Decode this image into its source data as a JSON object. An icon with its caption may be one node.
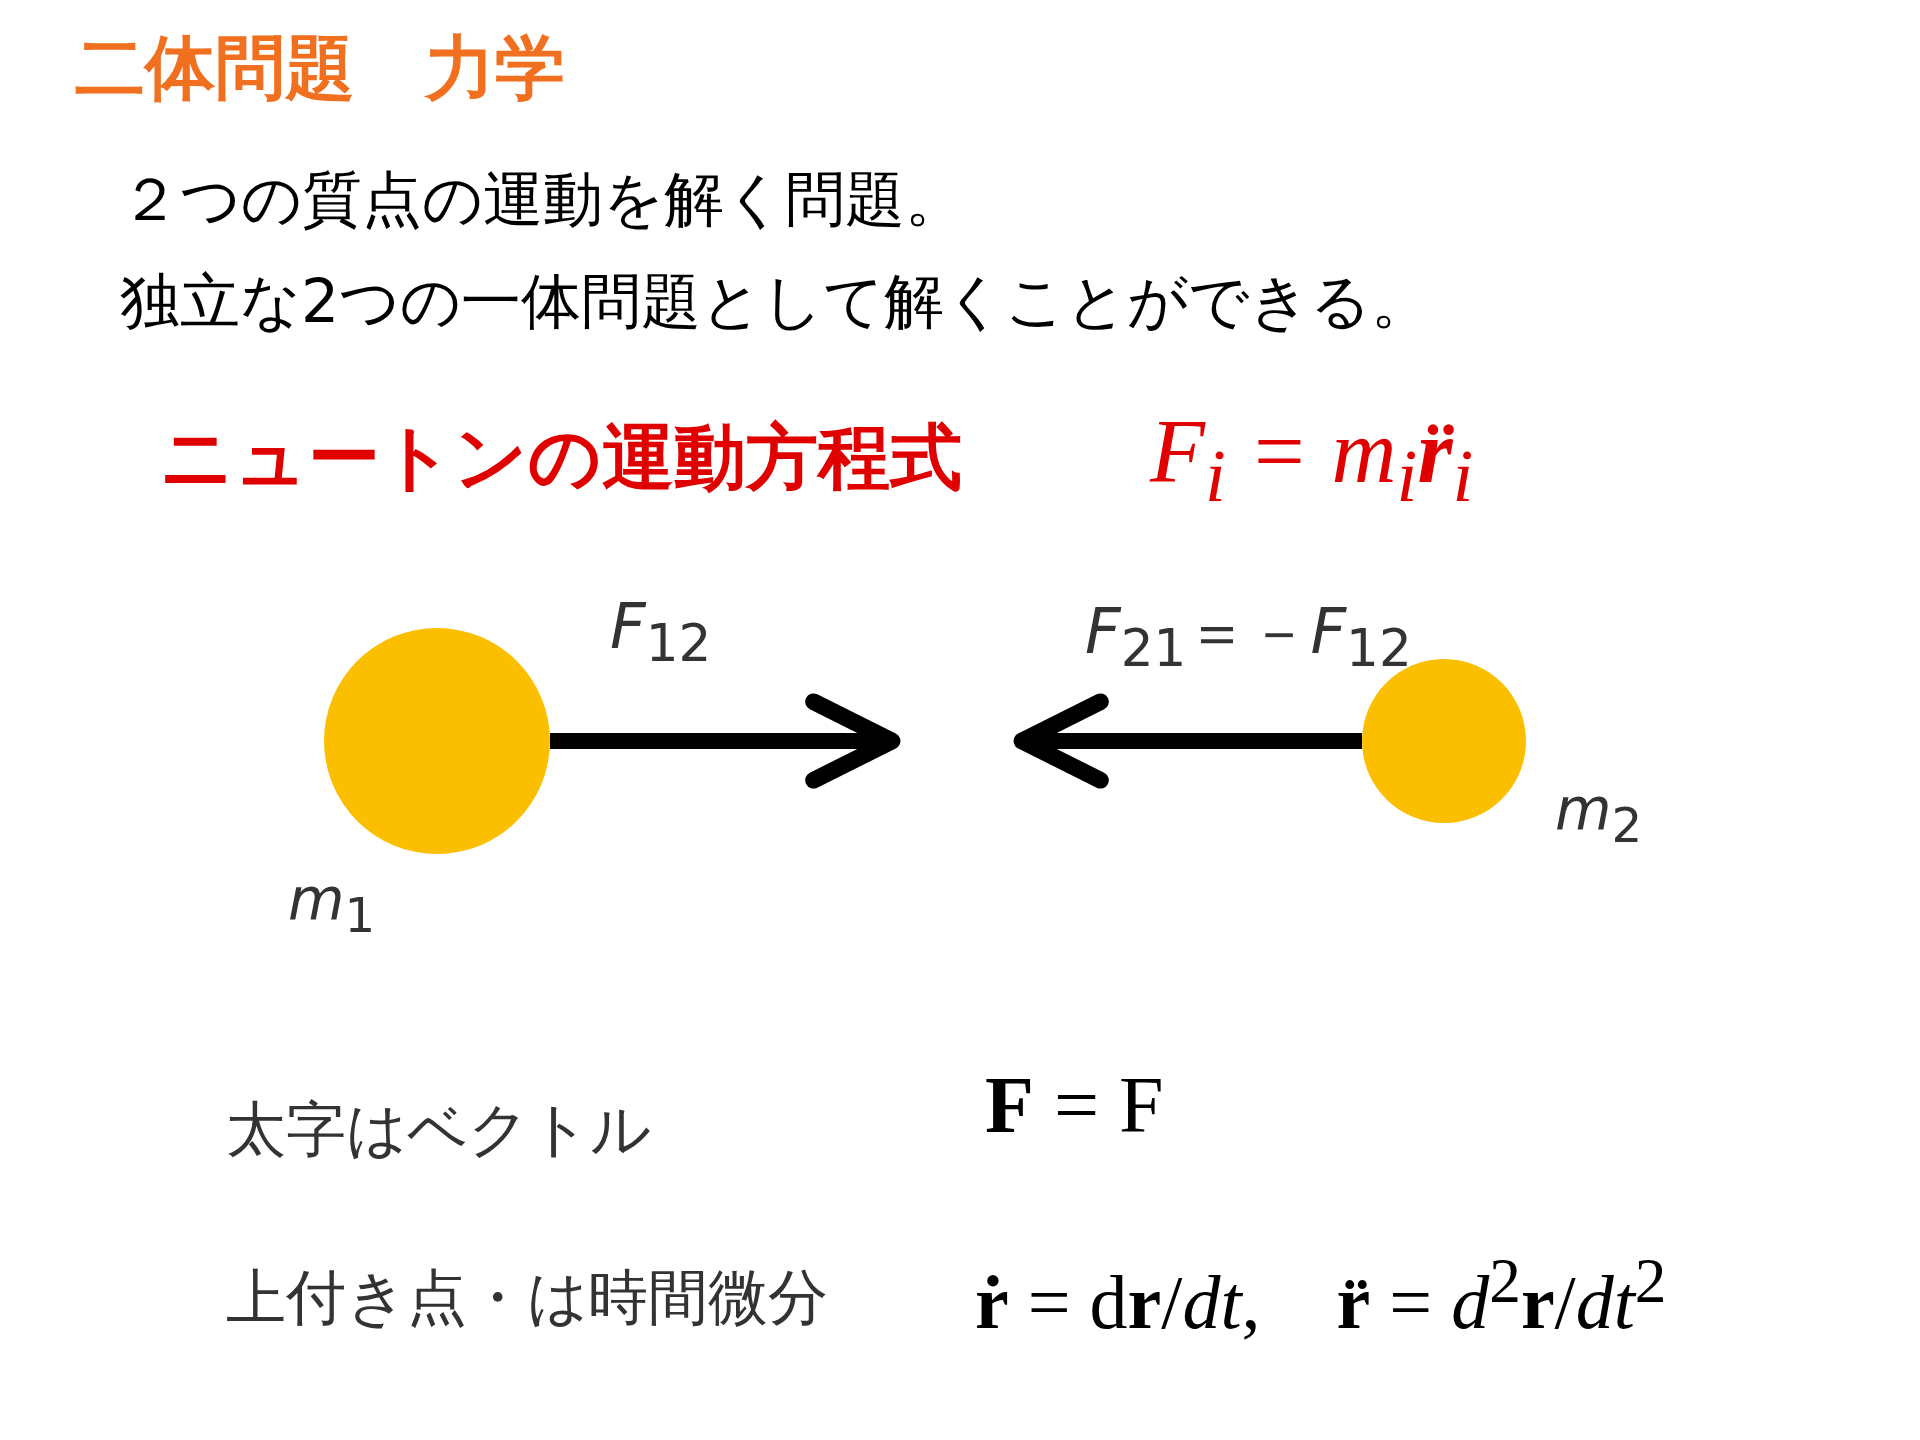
{
  "diagram": {
    "title": "二体問題　力学",
    "nodes": [
      {
        "text": [],
        "shape": "circle",
        "beside": [
          "*m*$_{1}$"
        ]
      },
      {
        "text": [],
        "shape": "circle",
        "beside": [
          "*m*$_{2}$"
        ]
      }
    ],
    "edges": [
      {
        "from": 0,
        "to": null,
        "arrow": "to",
        "label": "*F*$_{12}$"
      },
      {
        "from": 1,
        "to": null,
        "arrow": "to",
        "label": "*F*$_{21}$＝－*F*$_{12}$"
      }
    ],
    "labels": [
      "２つの質点の運動を解く問題。",
      "独立な2つの一体問題として解くことができる。",
      "ニュートンの運動方程式",
      "*F*$_{i}$ = *m*$_{i}$**r̈**$_{i}$",
      "太字はベクトル",
      "**F** = F⃗",
      "上付き点・は時間微分",
      "**ṙ** = d**r**/*dt*,　**r̈** = *d*$^{2}$**r**/*dt*$^{2}$"
    ]
  }
}
